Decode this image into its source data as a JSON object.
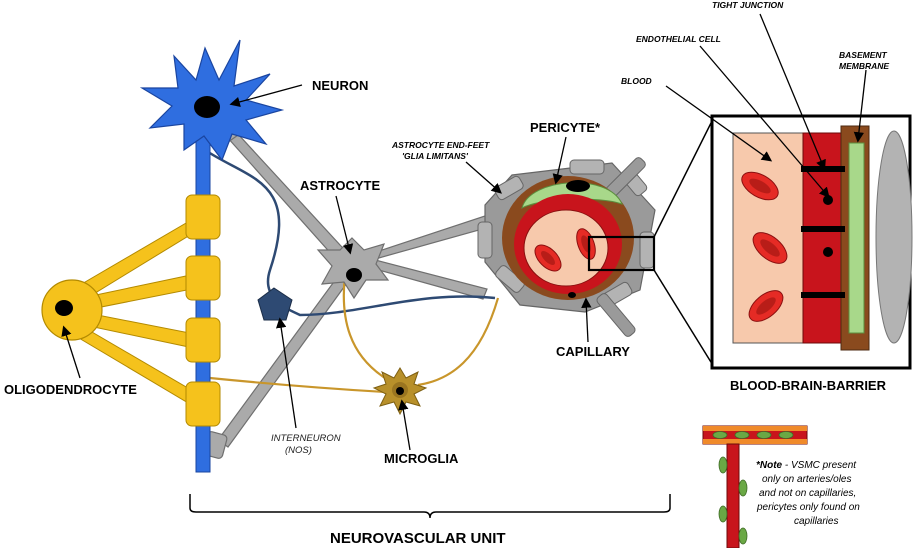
{
  "labels": {
    "neuron": "NEURON",
    "astrocyte": "ASTROCYTE",
    "oligodendrocyte": "OLIGODENDROCYTE",
    "interneuron_line1": "INTERNEURON",
    "interneuron_line2": "(NOS)",
    "microglia": "MICROGLIA",
    "pericyte": "PERICYTE*",
    "endfeet_line1": "ASTROCYTE END-FEET",
    "endfeet_line2": "'GLIA LIMITANS'",
    "capillary": "CAPILLARY",
    "tight_junction": "TIGHT JUNCTION",
    "endothelial_cell": "ENDOTHELIAL CELL",
    "blood": "BLOOD",
    "basement_line1": "BASEMENT",
    "basement_line2": "MEMBRANE",
    "bbb": "BLOOD-BRAIN-BARRIER",
    "nvu": "NEUROVASCULAR UNIT"
  },
  "note": {
    "line1_bold": "*Note",
    "line1_rest": " - VSMC present",
    "line2": "only on arteries/oles",
    "line3": "and not on capillaries,",
    "line4": "pericytes only found on",
    "line5": "capillaries"
  },
  "colors": {
    "neuron": "#2f6ee0",
    "oligodendrocyte": "#f5c21c",
    "astrocyte": "#a9a9a9",
    "interneuron": "#2e4a73",
    "microglia": "#b8902a",
    "pericyte": "#a8d88a",
    "endothelium": "#c8141c",
    "basement": "#8a4a1e",
    "blood": "#f7c9ac",
    "rbc": "#e52b25",
    "vsmc": "#6aa845"
  }
}
